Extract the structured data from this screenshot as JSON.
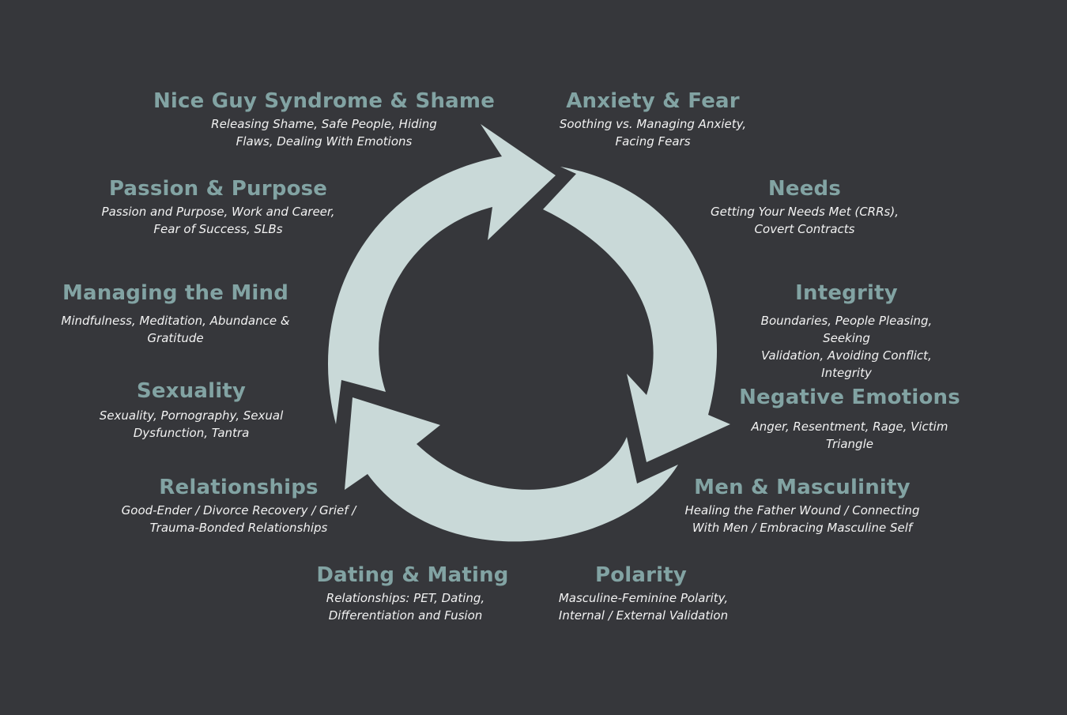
{
  "colors": {
    "background": "#36373b",
    "arrow": "#c9d9d8",
    "title": "#82a3a3",
    "description": "#f2f2f2"
  },
  "topics": [
    {
      "title": "Nice Guy Syndrome & Shame",
      "desc1": "Releasing Shame, Safe People, Hiding",
      "desc2": "Flaws, Dealing With Emotions"
    },
    {
      "title": "Anxiety & Fear",
      "desc1": "Soothing vs. Managing Anxiety,",
      "desc2": "Facing Fears"
    },
    {
      "title": "Passion & Purpose",
      "desc1": "Passion and Purpose, Work and Career,",
      "desc2": "Fear of Success, SLBs"
    },
    {
      "title": "Needs",
      "desc1": "Getting Your Needs Met (CRRs),",
      "desc2": "Covert Contracts"
    },
    {
      "title": "Managing the Mind",
      "desc1": "Mindfulness, Meditation, Abundance &",
      "desc2": "Gratitude"
    },
    {
      "title": "Integrity",
      "desc1": "Boundaries, People Pleasing, Seeking",
      "desc2": "Validation, Avoiding Conflict, Integrity"
    },
    {
      "title": "Sexuality",
      "desc1": "Sexuality, Pornography, Sexual",
      "desc2": "Dysfunction, Tantra"
    },
    {
      "title": "Negative Emotions",
      "desc1": "Anger, Resentment, Rage, Victim Triangle",
      "desc2": ""
    },
    {
      "title": "Relationships",
      "desc1": "Good-Ender / Divorce Recovery / Grief /",
      "desc2": "Trauma-Bonded Relationships"
    },
    {
      "title": "Men & Masculinity",
      "desc1": "Healing the Father Wound / Connecting",
      "desc2": "With Men / Embracing Masculine Self"
    },
    {
      "title": "Dating & Mating",
      "desc1": "Relationships: PET, Dating,",
      "desc2": "Differentiation and Fusion"
    },
    {
      "title": "Polarity",
      "desc1": "Masculine-Feminine Polarity,",
      "desc2": "Internal / External Validation"
    }
  ]
}
